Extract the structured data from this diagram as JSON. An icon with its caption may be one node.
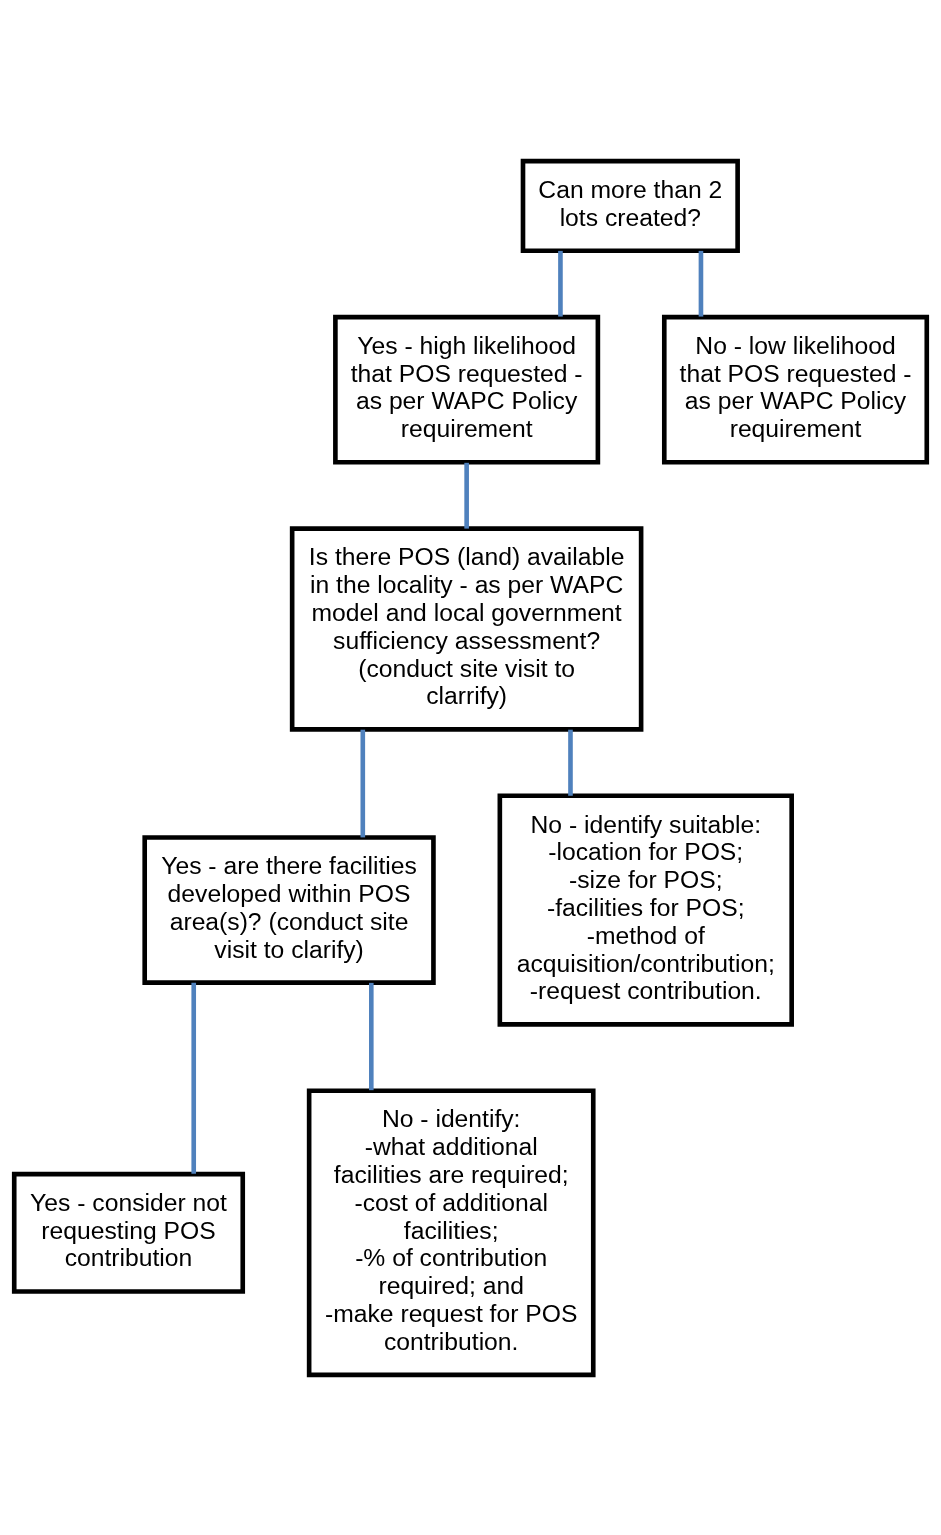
{
  "diagram": {
    "nodes": [
      {
        "text": [
          "Can more than 2 lots created?"
        ]
      },
      {
        "text": [
          "Yes - high likelihood that POS requested - as per WAPC Policy requirement"
        ]
      },
      {
        "text": [
          "No - low likelihood that POS requested - as per WAPC Policy requirement"
        ]
      },
      {
        "text": [
          "Is there POS (land) available in the locality - as per WAPC model and local government sufficiency assessment? (conduct site visit to clarrify)"
        ]
      },
      {
        "text": [
          "Yes - are there facilities developed within POS area(s)? (conduct site visit to clarify)"
        ]
      },
      {
        "text": [
          "No - identify suitable:",
          "-location for POS;",
          "-size for POS;",
          "-facilities for POS;",
          "-method of acquisition/contribution;",
          "-request contribution."
        ]
      },
      {
        "text": [
          "No - identify:",
          "-what additional facilities are required;",
          "-cost of additional facilities;",
          "-% of contribution required; and",
          "-make request for POS contribution."
        ]
      },
      {
        "text": [
          "Yes - consider not requesting POS contribution"
        ]
      }
    ],
    "edges": [
      {
        "from": 0,
        "to": 1,
        "arrow": "none"
      },
      {
        "from": 0,
        "to": 2,
        "arrow": "none"
      },
      {
        "from": 1,
        "to": 3,
        "arrow": "none"
      },
      {
        "from": 3,
        "to": 4,
        "arrow": "none"
      },
      {
        "from": 3,
        "to": 5,
        "arrow": "none"
      },
      {
        "from": 4,
        "to": 6,
        "arrow": "none"
      },
      {
        "from": 4,
        "to": 7,
        "arrow": "none"
      }
    ]
  }
}
